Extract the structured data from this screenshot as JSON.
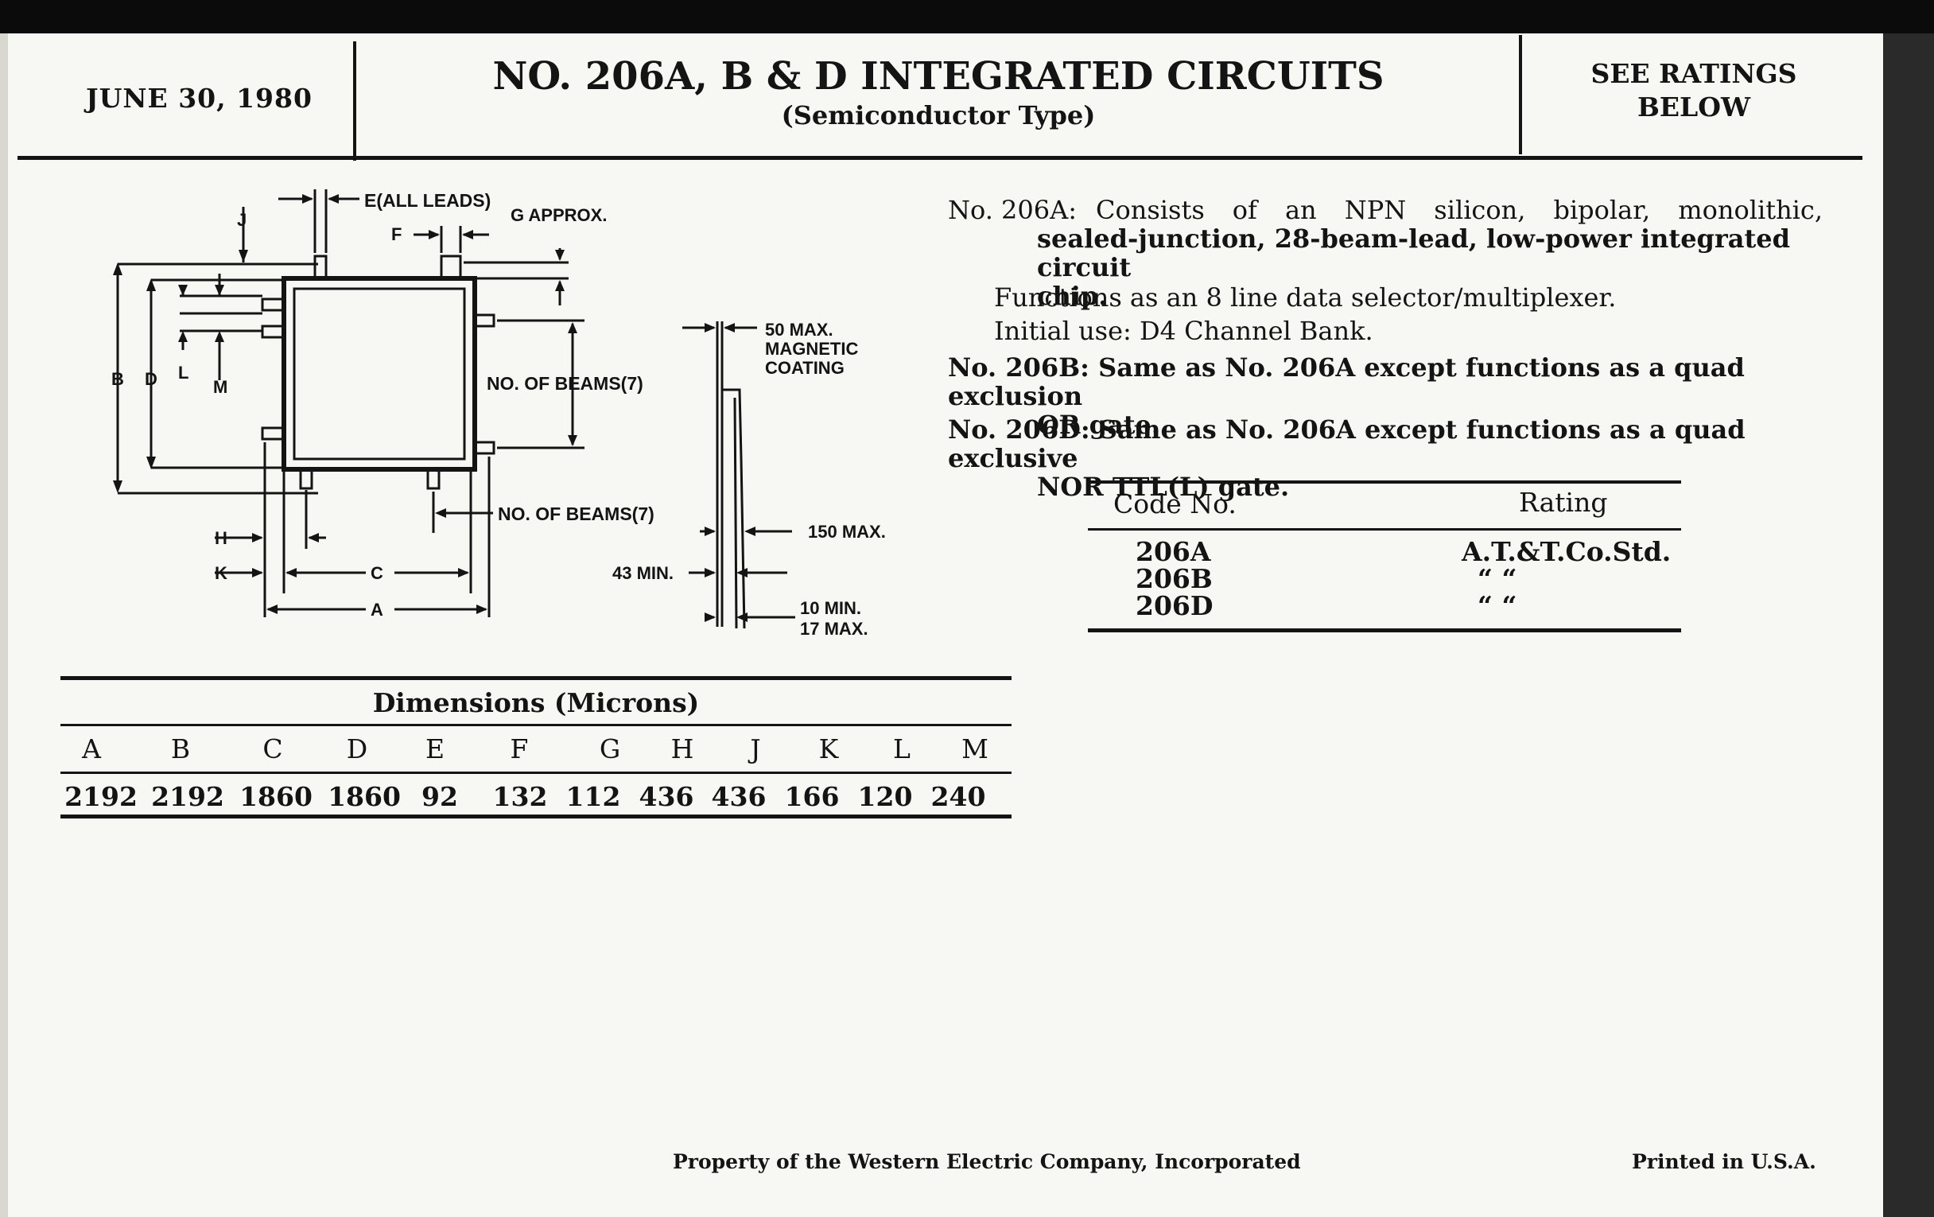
{
  "header": {
    "date": "JUNE 30, 1980",
    "title": "NO. 206A, B & D INTEGRATED CIRCUITS",
    "subtitle": "(Semiconductor Type)",
    "ratings_line1": "SEE RATINGS",
    "ratings_line2": "BELOW"
  },
  "diagram": {
    "e_all_leads": "E(ALL LEADS)",
    "g_approx": "G APPROX.",
    "f": "F",
    "j": "J",
    "b": "B",
    "d": "D",
    "l": "L",
    "m": "M",
    "h": "H",
    "k": "K",
    "c": "C",
    "a": "A",
    "beams_right": "NO. OF BEAMS(7)",
    "beams_bottom": "NO. OF BEAMS(7)",
    "max50": "50 MAX.",
    "magnetic": "MAGNETIC",
    "coating": "COATING",
    "max150": "150 MAX.",
    "min43": "43 MIN.",
    "min10": "10 MIN.",
    "max17": "17 MAX."
  },
  "description": {
    "a_label": "No. 206A:",
    "a_line1": "Consists of an NPN silicon, bipolar, monolithic,",
    "a_line2": "sealed-junction, 28-beam-lead, low-power integrated circuit",
    "a_line3": "chip.",
    "functions": "Functions as an 8 line data selector/multiplexer.",
    "initial_use": "Initial use:  D4 Channel Bank.",
    "b_line1": "No. 206B: Same as No. 206A except functions as a quad exclusion",
    "b_line2": "OR gate.",
    "d_line1": "No. 206D: Same as No. 206A except functions as a quad exclusive",
    "d_line2": "NOR TTL(L) gate."
  },
  "ratings_table": {
    "col_code": "Code No.",
    "col_rating": "Rating",
    "rows": [
      {
        "code": "206A",
        "rating": "A.T.&T.Co.Std."
      },
      {
        "code": "206B",
        "rating": "“         “"
      },
      {
        "code": "206D",
        "rating": "“         “"
      }
    ]
  },
  "dimensions_table": {
    "title": "Dimensions (Microns)",
    "headers": [
      "A",
      "B",
      "C",
      "D",
      "E",
      "F",
      "G",
      "H",
      "J",
      "K",
      "L",
      "M"
    ],
    "values": [
      "2192",
      "2192",
      "1860",
      "1860",
      "92",
      "132",
      "112",
      "436",
      "436",
      "166",
      "120",
      "240"
    ]
  },
  "footer": {
    "property": "Property of the Western Electric Company, Incorporated",
    "printed": "Printed in U.S.A."
  }
}
